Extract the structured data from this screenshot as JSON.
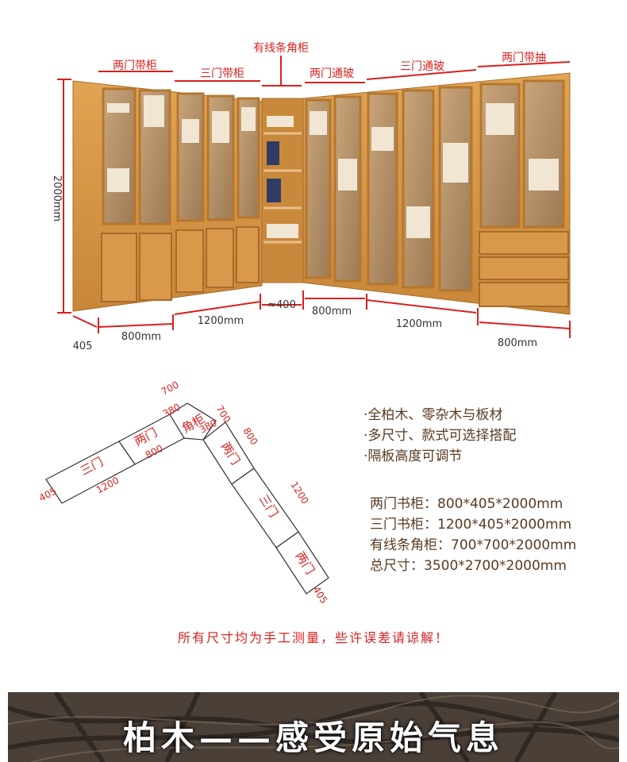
{
  "top_labels": {
    "two_door_cabinet": "两门带柜",
    "three_door_cabinet": "三门带柜",
    "corner_cabinet": "有线条角柜",
    "two_door_glass": "两门通玻",
    "three_door_glass": "三门通玻",
    "two_door_drawer": "两门带抽"
  },
  "dimensions": {
    "height": "2000mm",
    "depth_left": "405",
    "w1": "800mm",
    "w2": "1200mm",
    "corner": "≈400",
    "w3": "800mm",
    "w4": "1200mm",
    "w5": "800mm"
  },
  "plan": {
    "three_door_left": "三门",
    "two_door_left": "两门",
    "corner": "角柜",
    "two_door_right": "两门",
    "three_door_right": "三门",
    "two_door_end": "两门",
    "d_405_left": "405",
    "d_1200_left": "1200",
    "d_800_left": "800",
    "d_700_a": "700",
    "d_380_a": "380",
    "d_700_b": "700",
    "d_380_b": "380",
    "d_800_right": "800",
    "d_1200_right": "1200",
    "d_405_right": "405"
  },
  "features": [
    "·全柏木、零杂木与板材",
    "·多尺寸、款式可选择搭配",
    "·隔板高度可调节"
  ],
  "sizes": [
    "两门书柜：800*405*2000mm",
    "三门书柜：1200*405*2000mm",
    "有线条角柜：700*700*2000mm",
    "总尺寸：3500*2700*2000mm"
  ],
  "note": "所有尺寸均为手工测量，些许误差请谅解！",
  "banner_title": "柏木——感受原始气息",
  "colors": {
    "accent_red": "#d9211f",
    "wood": "#d89a4a",
    "text_brown": "#5a3a22"
  }
}
